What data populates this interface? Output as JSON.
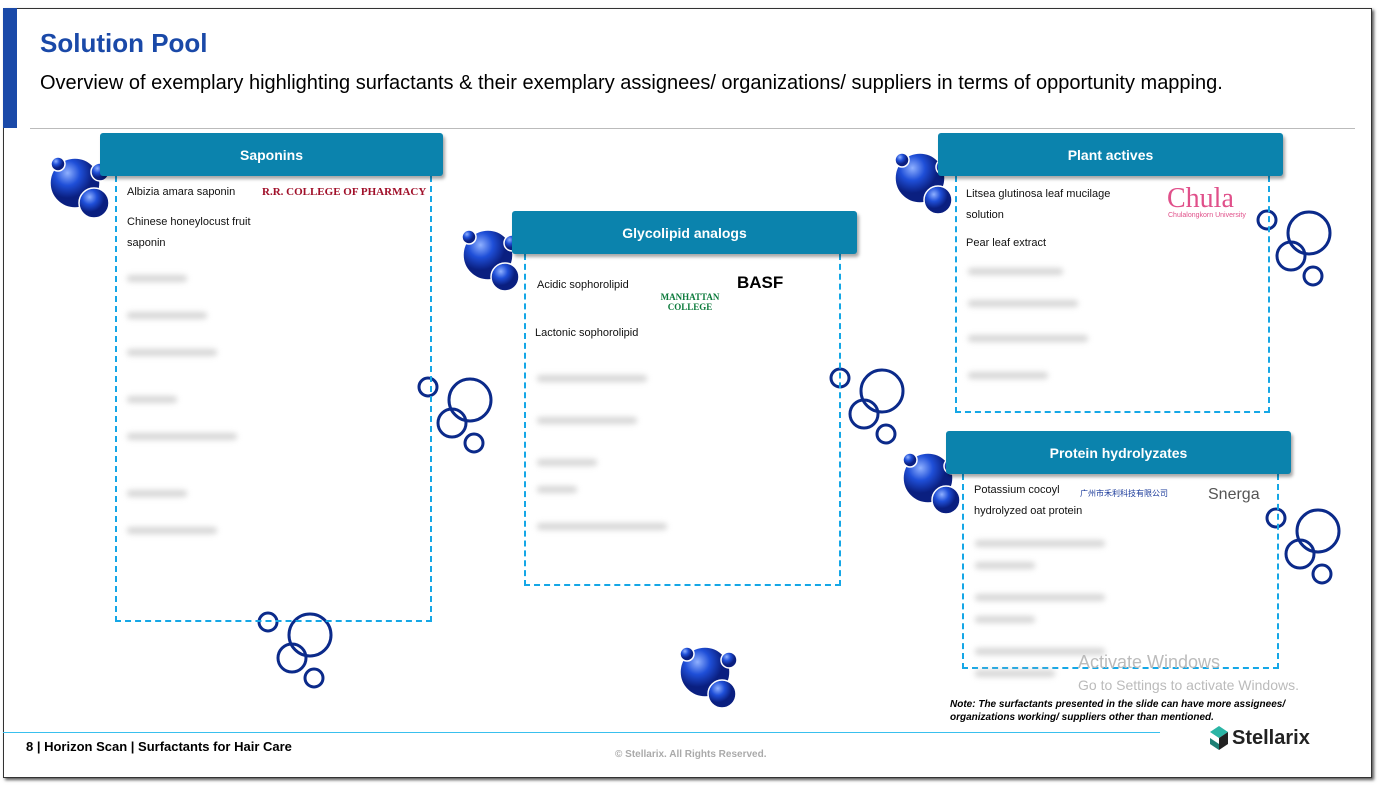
{
  "title": "Solution Pool",
  "subtitle": "Overview of exemplary highlighting surfactants & their exemplary assignees/ organizations/ suppliers in terms of opportunity mapping.",
  "boxes": {
    "saponins": {
      "title": "Saponins",
      "items": [
        "Albizia amara saponin",
        "Chinese honeylocust fruit saponin"
      ],
      "logos": [
        "R.R. COLLEGE OF PHARMACY"
      ]
    },
    "glycolipid": {
      "title": "Glycolipid analogs",
      "items": [
        "Acidic sophorolipid",
        "Lactonic sophorolipid"
      ],
      "logos": [
        "MANHATTAN COLLEGE",
        "BASF"
      ]
    },
    "plant": {
      "title": "Plant actives",
      "items": [
        "Litsea glutinosa leaf mucilage solution",
        "Pear leaf extract"
      ],
      "logos": [
        "Chula",
        "Chulalongkorn University"
      ]
    },
    "protein": {
      "title": "Protein hydrolyzates",
      "items": [
        "Potassium cocoyl hydrolyzed oat protein"
      ],
      "logos": [
        "广州市禾利科技有限公司",
        "Snerga"
      ]
    }
  },
  "note": "Note: The surfactants presented in the slide can have more assignees/ organizations working/ suppliers other than mentioned.",
  "footer": {
    "text": "8 | Horizon Scan | Surfactants for Hair Care",
    "copyright": "© Stellarix. All Rights Reserved.",
    "brand": "Stellarix"
  },
  "watermark": {
    "line1": "Activate Windows",
    "line2": "Go to Settings to activate Windows."
  }
}
